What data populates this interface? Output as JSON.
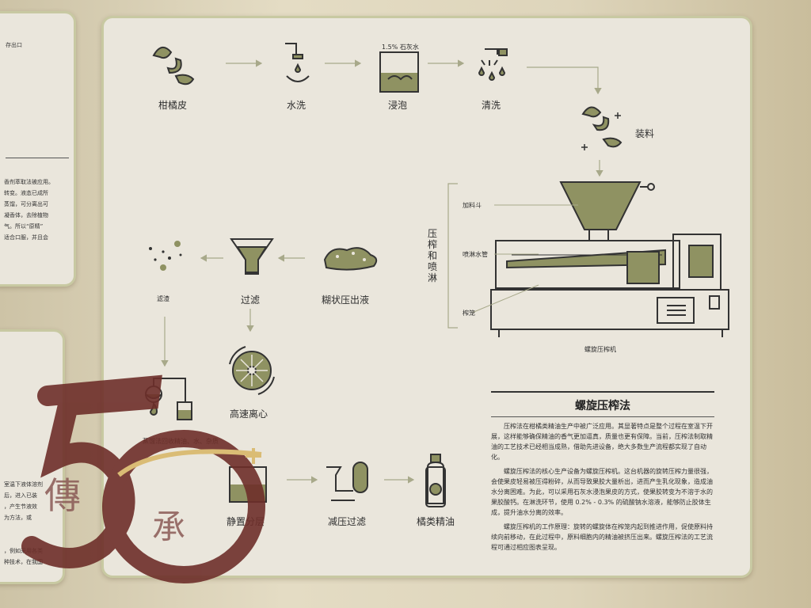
{
  "left_panel_top": {
    "heading_fragment": "存出口",
    "lines": [
      "香剂萃取法被应用。",
      "转变。液态已成所",
      "蒸馏，可分离出可",
      "凝香体，去除植物",
      "气。所以“原精”",
      "适合口服，并且会"
    ]
  },
  "left_panel_bottom": {
    "lines": [
      "室温下液体溶剂",
      "后，进入已装",
      "，产生节液效",
      "为方法，或",
      "，例如采用各类",
      "种技术，在我国"
    ]
  },
  "process": {
    "steps": {
      "peel": "柑橘皮",
      "wash": "水洗",
      "soak": "浸泡",
      "soak_tag": "1.5% 石灰水",
      "rinse": "清洗",
      "load": "装料",
      "press": "压榨和喷淋",
      "paste": "糊状压出液",
      "filter": "过滤",
      "residue": "滤渣",
      "centrifuge": "高速离心",
      "distill": "蒸馏法回收精油、水、杂质",
      "settle": "静置分层",
      "vacuum": "减压过滤",
      "oil": "橘类精油"
    },
    "machine": {
      "hopper": "加料斗",
      "spray_pipe": "喷淋水管",
      "cage": "榨笼",
      "name": "螺旋压榨机"
    }
  },
  "article": {
    "title": "螺旋压榨法",
    "paragraphs": [
      "压榨法在柑橘类精油生产中被广泛应用。其显著特点是整个过程在室温下开展，这样能够确保精油的香气更加逼真，质量也更有保障。当前，压榨法制取精油的工艺技术已经相当成熟，借助先进设备，绝大多数生产流程都实现了自动化。",
      "螺旋压榨法的核心生产设备为螺旋压榨机。这台机器的旋转压榨力量很强，会使果皮轻易被压得粉碎，从而导致果胶大量析出，进而产生乳化现象，造成油水分离困难。为此，可以采用石灰水浸泡果皮的方式，使果胶转变为不溶于水的果胶酸钙。在淋洗环节，使用 0.2% - 0.3% 的硫酸钠水溶液，能够防止胶体生成，提升油水分离的效率。",
      "螺旋压榨机的工作原理：旋转的螺旋体在榨笼内起到推进作用，促使原料持续向前移动，在此过程中，原料细胞内的精油被挤压出来。螺旋压榨法的工艺流程可通过相应图表呈现。"
    ]
  },
  "overlay": {
    "number": "50",
    "glyph_a": "傳",
    "glyph_b": "承"
  },
  "colors": {
    "olive": "#8f9262",
    "ink": "#2f2f2f",
    "maroon": "#6e2f2a",
    "gold": "#d9b86a"
  }
}
